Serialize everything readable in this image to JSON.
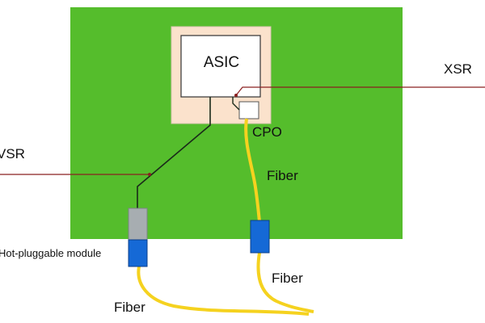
{
  "colors": {
    "pcb": "#55bd2c",
    "package": "#fbe2cc",
    "asic": "#ffffff",
    "fiber": "#f5d21f",
    "module_connector": "#1569d6",
    "module_cage": "#a7adb1",
    "leader_line": "#8b2020",
    "trace": "#1a2a1a"
  },
  "labels": {
    "asic": "ASIC",
    "cpo": "CPO",
    "fiber_cpo": "Fiber",
    "fiber_cpo_exit": "Fiber",
    "fiber_module": "Fiber",
    "xsr_right": "XSR",
    "xsr_left": "VSR",
    "hot_pluggable": "Hot-pluggable module"
  }
}
